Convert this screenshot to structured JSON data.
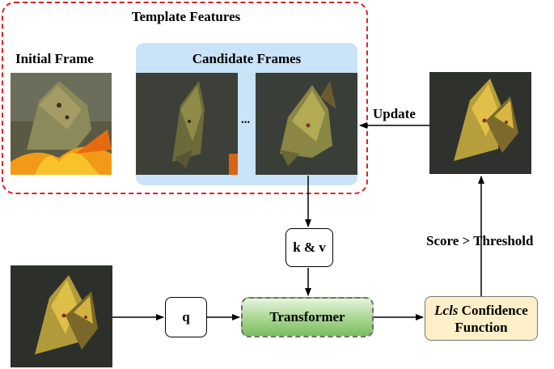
{
  "template_features": {
    "title": "Template Features",
    "initial_frame_label": "Initial Frame",
    "candidate_frames_label": "Candidate Frames",
    "ellipsis": "..."
  },
  "nodes": {
    "kv": "k & v",
    "q": "q",
    "transformer": "Transformer",
    "confidence_italic": "Lcls",
    "confidence_rest": " Confidence",
    "confidence_line2": "Function"
  },
  "edges": {
    "update": "Update",
    "score_threshold": "Score > Threshold"
  },
  "colors": {
    "dashed_border": "#e0202a",
    "candidate_panel": "#c9e3f9",
    "transformer_fill": "#a8d68f",
    "confidence_fill": "#fdefc8"
  }
}
